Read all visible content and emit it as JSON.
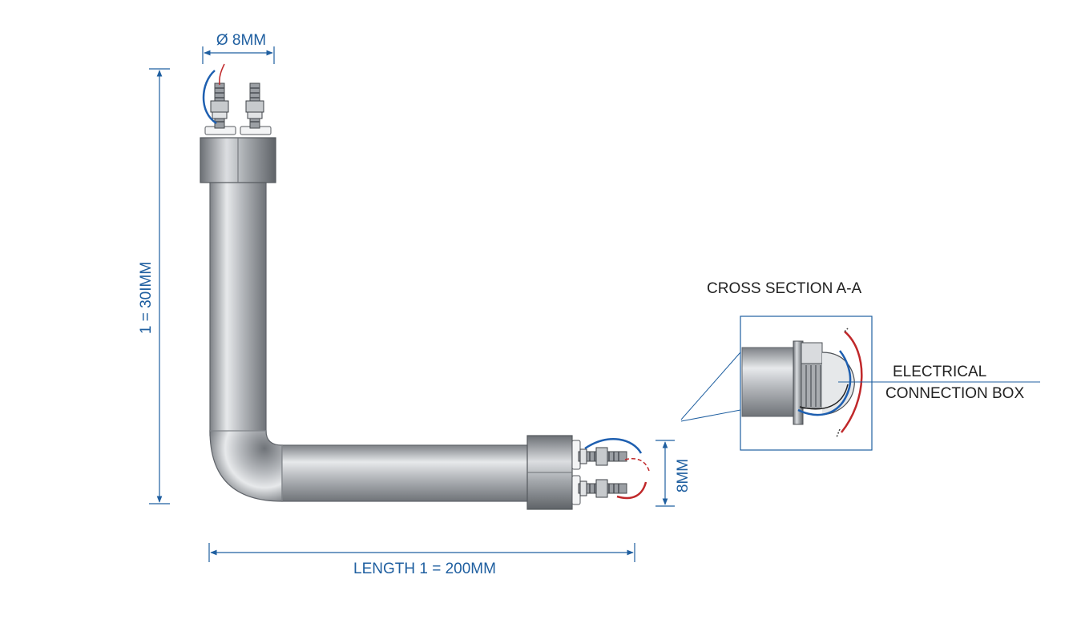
{
  "diagram": {
    "dimensions": {
      "diameter": "Ø 8MM",
      "vertical_length": "1 = 30IMM",
      "end_height": "8MM",
      "horizontal_length": "LENGTH 1 = 200MM"
    },
    "labels": {
      "cross_section": "CROSS SECTION A-A",
      "connection_box_line1": "ELECTRICAL",
      "connection_box_line2": "CONNECTION BOX"
    },
    "colors": {
      "dimension": "#1f5fa0",
      "metal": "#a9acb0",
      "wire_blue": "#1e5fb0",
      "wire_red": "#c0282a",
      "text_dark": "#222222"
    }
  }
}
